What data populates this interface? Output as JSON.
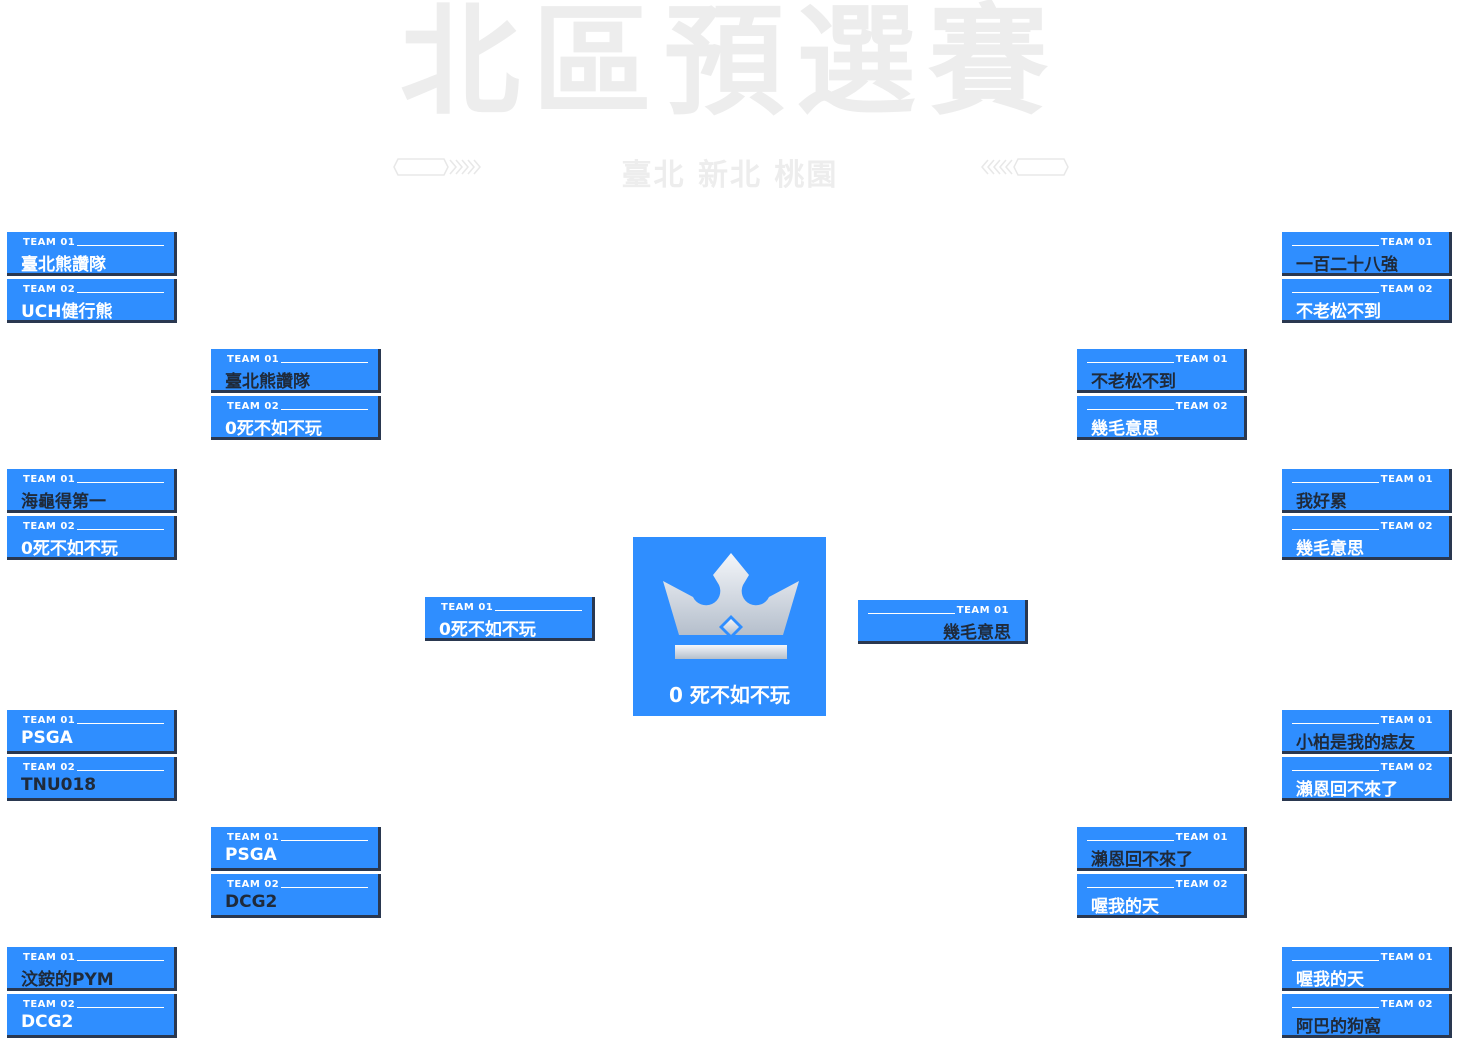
{
  "header": {
    "title": "北區預選賽",
    "subtitle": "臺北 新北 桃園"
  },
  "labels": {
    "team1": "TEAM 01",
    "team2": "TEAM 02"
  },
  "champion": {
    "name": "0 死不如不玩",
    "icon": "crown-icon"
  },
  "left": {
    "round1": [
      {
        "team1": "臺北熊讚隊",
        "team2": "UCH健行熊"
      },
      {
        "team1": "海龜得第一",
        "team2": "0死不如不玩"
      },
      {
        "team1": "PSGA",
        "team2": "TNU018"
      },
      {
        "team1": "汶銨的PYM",
        "team2": "DCG2"
      }
    ],
    "round2": [
      {
        "team1": "臺北熊讚隊",
        "team2": "0死不如不玩"
      },
      {
        "team1": "PSGA",
        "team2": "DCG2"
      }
    ],
    "semifinal": {
      "team1": "0死不如不玩"
    }
  },
  "right": {
    "round1": [
      {
        "team1": "一百二十八強",
        "team2": "不老松不到"
      },
      {
        "team1": "我好累",
        "team2": "幾毛意思"
      },
      {
        "team1": "小柏是我的痣友",
        "team2": "瀨恩回不來了"
      },
      {
        "team1": "喔我的天",
        "team2": "阿巴的狗窩"
      }
    ],
    "round2": [
      {
        "team1": "不老松不到",
        "team2": "幾毛意思"
      },
      {
        "team1": "瀨恩回不來了",
        "team2": "喔我的天"
      }
    ],
    "semifinal": {
      "team1": "幾毛意思"
    }
  },
  "colors": {
    "slot": "#2f8eff",
    "shadow": "#2a3850",
    "title": "#ededed"
  }
}
